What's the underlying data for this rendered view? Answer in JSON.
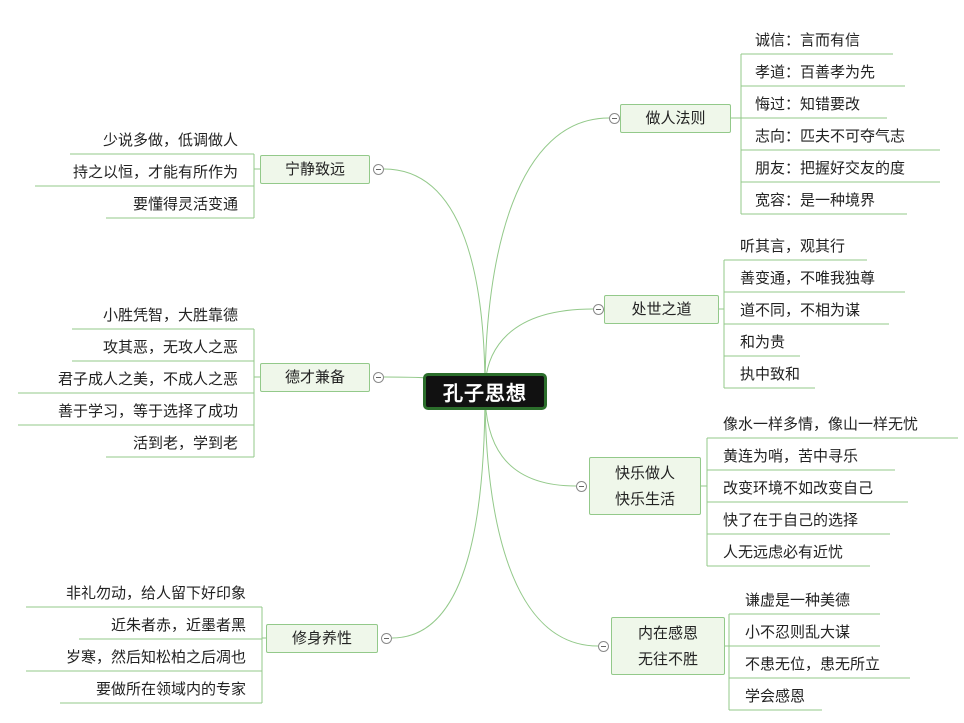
{
  "root": "孔子思想",
  "branches": [
    {
      "label": "做人法则",
      "leaves": [
        "诚信：言而有信",
        "孝道：百善孝为先",
        "悔过：知错要改",
        "志向：匹夫不可夺气志",
        "朋友：把握好交友的度",
        "宽容：是一种境界"
      ]
    },
    {
      "label": "处世之道",
      "leaves": [
        "听其言，观其行",
        "善变通，不唯我独尊",
        "道不同，不相为谋",
        "和为贵",
        "执中致和"
      ]
    },
    {
      "label": [
        "快乐做人",
        "快乐生活"
      ],
      "leaves": [
        "像水一样多情，像山一样无忧",
        "黄连为哨，苦中寻乐",
        "改变环境不如改变自己",
        "快了在于自己的选择",
        "人无远虑必有近忧"
      ]
    },
    {
      "label": [
        "内在感恩",
        "无往不胜"
      ],
      "leaves": [
        "谦虚是一种美德",
        "小不忍则乱大谋",
        "不患无位，患无所立",
        "学会感恩"
      ]
    },
    {
      "label": "宁静致远",
      "leaves": [
        "少说多做，低调做人",
        "持之以恒，才能有所作为",
        "要懂得灵活变通"
      ]
    },
    {
      "label": "德才兼备",
      "leaves": [
        "小胜凭智，大胜靠德",
        "攻其恶，无攻人之恶",
        "君子成人之美，不成人之恶",
        "善于学习，等于选择了成功",
        "活到老，学到老"
      ]
    },
    {
      "label": "修身养性",
      "leaves": [
        "非礼勿动，给人留下好印象",
        "近朱者赤，近墨者黑",
        "岁寒，然后知松柏之后凋也",
        "要做所在领域内的专家"
      ]
    }
  ],
  "colors": {
    "link": "#93c98a",
    "branch_fill": "#eff7ea",
    "branch_border": "#93c98a",
    "root_fill": "#111111",
    "root_border": "#2c6e2c"
  }
}
